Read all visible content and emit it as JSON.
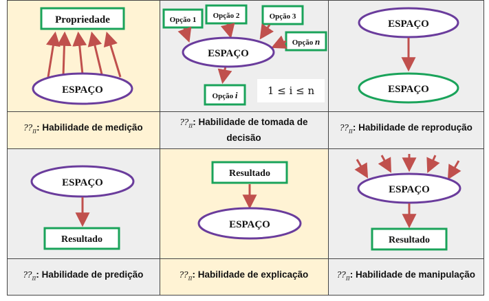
{
  "colors": {
    "yellow_bg": "#fff3d4",
    "gray_bg": "#eeeeee",
    "green": "#1aa35a",
    "purple": "#6a3c9c",
    "arrow": "#c0504d",
    "border": "#444444"
  },
  "space_label": "ESPAÇO",
  "result_label": "Resultado",
  "caption_symbol": "??",
  "caption_subscript": "π",
  "cells": [
    {
      "name": "medicao",
      "caption": ": Habilidade de medição",
      "box_label": "Propriedade"
    },
    {
      "name": "tomada-decisao",
      "caption": ": Habilidade de tomada de decisão",
      "options": [
        "Opção 1",
        "Opção 2",
        "Opção 3"
      ],
      "option_n_prefix": "Opção ",
      "option_n_var": "n",
      "option_i_prefix": "Opção ",
      "option_i_var": "i",
      "range_formula": "1 ≤ i ≤ n"
    },
    {
      "name": "reproducao",
      "caption": ": Habilidade de reprodução"
    },
    {
      "name": "predicao",
      "caption": ": Habilidade de predição"
    },
    {
      "name": "explicacao",
      "caption": ": Habilidade de explicação"
    },
    {
      "name": "manipulacao",
      "caption": ": Habilidade de manipulação"
    }
  ]
}
